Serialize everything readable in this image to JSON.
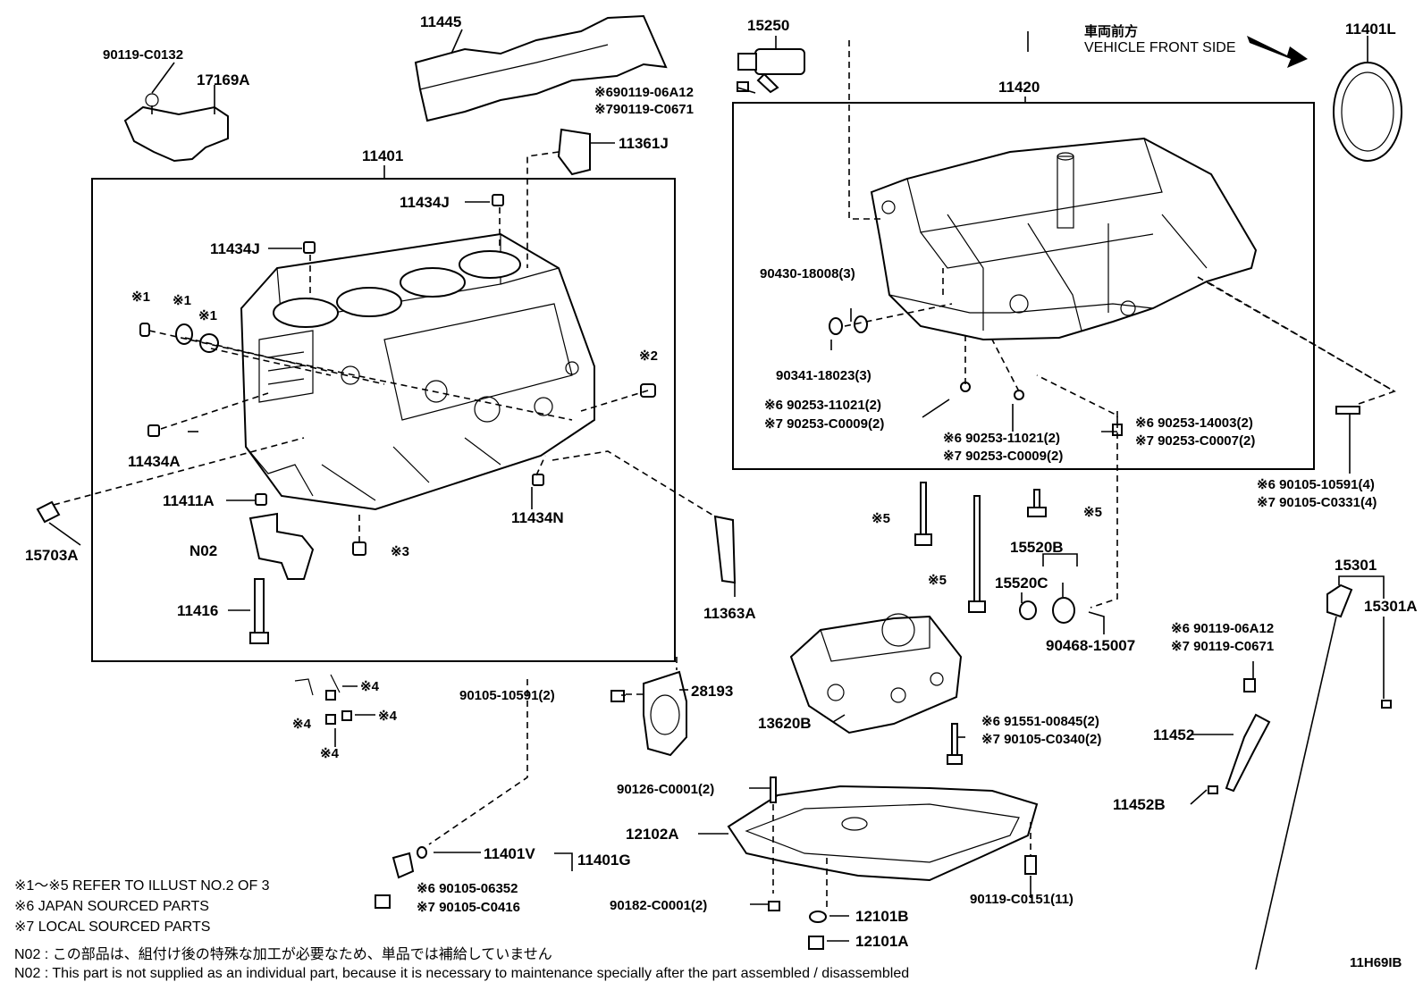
{
  "parts": {
    "p11445": "11445",
    "p15250": "15250",
    "p90119_C0132": "90119-C0132",
    "p17169A": "17169A",
    "p690119_06A12": "※690119-06A12",
    "p790119_C0671": "※790119-C0671",
    "p11361J": "11361J",
    "p11401": "11401",
    "p11434J_a": "11434J",
    "p11434J_b": "11434J",
    "p11420": "11420",
    "p11401L": "11401L",
    "p90430": "90430-18008(3)",
    "p90341": "90341-18023(3)",
    "p6_90253_11021_a": "※6 90253-11021(2)",
    "p7_90253_C0009_a": "※7 90253-C0009(2)",
    "p6_90253_11021_b": "※6 90253-11021(2)",
    "p7_90253_C0009_b": "※7 90253-C0009(2)",
    "p6_90253_14003": "※6 90253-14003(2)",
    "p7_90253_C0007": "※7 90253-C0007(2)",
    "p6_90105_10591": "※6 90105-10591(4)",
    "p7_90105_C0331": "※7 90105-C0331(4)",
    "p11434A": "11434A",
    "p11411A": "11411A",
    "p11434N": "11434N",
    "p15703A": "15703A",
    "pN02": "N02",
    "p11416": "11416",
    "p11363A": "11363A",
    "p15520B": "15520B",
    "p15520C": "15520C",
    "p90468": "90468-15007",
    "p15301": "15301",
    "p15301A": "15301A",
    "p6_90119_06A12": "※6 90119-06A12",
    "p7_90119_C0671": "※7 90119-C0671",
    "p90105_10591_2": "90105-10591(2)",
    "p28193": "28193",
    "p13620B": "13620B",
    "p6_91551": "※6 91551-00845(2)",
    "p7_90105_C0340": "※7 90105-C0340(2)",
    "p11452": "11452",
    "p11452B": "11452B",
    "p90126": "90126-C0001(2)",
    "p12102A": "12102A",
    "p11401V": "11401V",
    "p11401G": "11401G",
    "p6_90105_06352": "※6  90105-06352",
    "p7_90105_C0416": "※7  90105-C0416",
    "p90182": "90182-C0001(2)",
    "p12101B": "12101B",
    "p12101A": "12101A",
    "p90119_C0151": "90119-C0151(11)",
    "m1a": "※1",
    "m1b": "※1",
    "m1c": "※1",
    "m2": "※2",
    "m3": "※3",
    "m4a": "※4",
    "m4b": "※4",
    "m4c": "※4",
    "m4d": "※4",
    "m5a": "※5",
    "m5b": "※5",
    "m5c": "※5"
  },
  "direction": {
    "jp": "車両前方",
    "en": "VEHICLE FRONT SIDE"
  },
  "notes": {
    "n1": "※1～※5  REFER TO ILLUST NO.2 OF 3",
    "n6": "※6 JAPAN SOURCED PARTS",
    "n7": "※7 LOCAL SOURCED PARTS",
    "n02_jp": "N02 : この部品は、組付け後の特殊な加工が必要なため、単品では補給していません",
    "n02_en": "N02 : This part is not supplied as an individual part, because it is necessary to maintenance specially after the part assembled / disassembled",
    "code": "11H69IB"
  }
}
